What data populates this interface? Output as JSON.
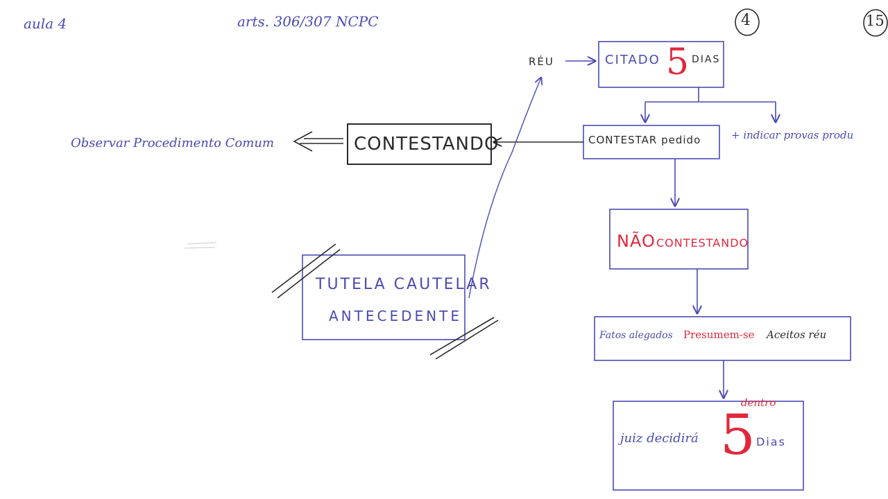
{
  "header": {
    "lesson": "aula 4",
    "articles": "arts. 306/307 NCPC",
    "page_number_left": "4",
    "page_number_right": "15"
  },
  "diagram": {
    "reu_label": "RÉU",
    "citado_box": {
      "text": "CITADO",
      "number": "5",
      "unit": "DIAS"
    },
    "contestar_box": {
      "text": "CONTESTAR pedido",
      "extra": "+ indicar provas produ"
    },
    "contestando_box": {
      "text": "CONTESTANDO"
    },
    "procedimento_note": "Observar Procedimento Comum",
    "tutela_box": {
      "line1": "TUTELA CAUTELAR",
      "line2": "ANTECEDENTE"
    },
    "nao_contestando_box": {
      "prefix": "NÃO",
      "text": "CONTESTANDO"
    },
    "fatos_box": {
      "part1": "Fatos alegados",
      "part2": "Presumem-se",
      "part3": "Aceitos réu"
    },
    "juiz_box": {
      "text": "juiz decidirá",
      "above": "dentro",
      "number": "5",
      "unit": "Dias"
    },
    "colors": {
      "ink_blue": "#4a4ab3",
      "ink_red": "#e0283c",
      "ink_dark": "#2a2a2a"
    }
  }
}
